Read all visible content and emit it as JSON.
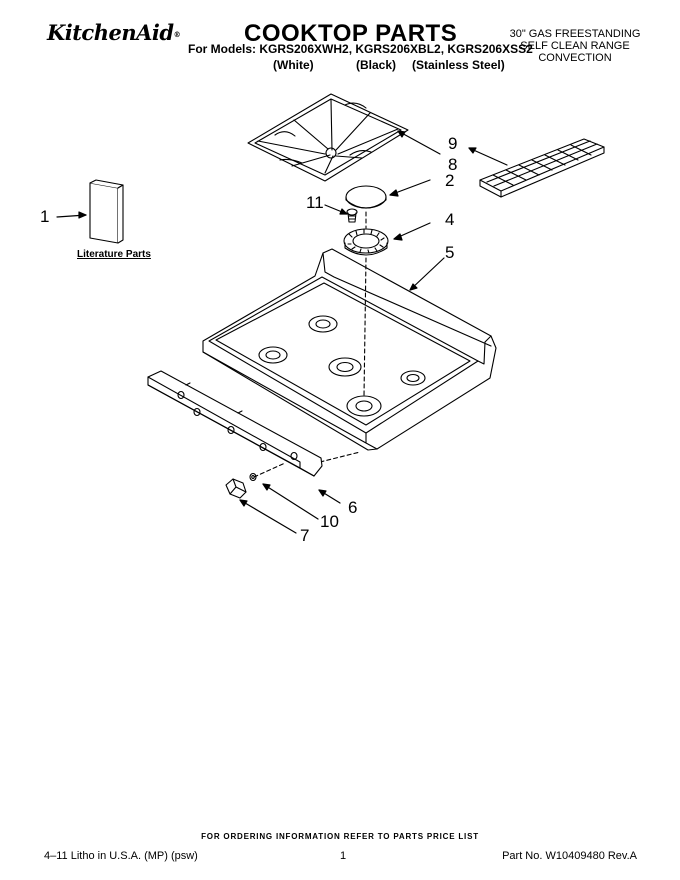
{
  "header": {
    "brand": "KitchenAid",
    "brand_mark": "®",
    "title": "COOKTOP PARTS",
    "models_line": "For Models: KGRS206XWH2, KGRS206XBL2, KGRS206XSS2",
    "variants": [
      "(White)",
      "(Black)",
      "(Stainless Steel)"
    ],
    "spec_lines": [
      "30\" GAS FREESTANDING",
      "SELF CLEAN RANGE",
      "CONVECTION"
    ]
  },
  "diagram": {
    "literature_label": "Literature Parts",
    "callouts": [
      "1",
      "2",
      "4",
      "5",
      "6",
      "7",
      "8",
      "9",
      "10",
      "11"
    ]
  },
  "footer": {
    "ordering_note": "FOR ORDERING INFORMATION REFER TO PARTS PRICE LIST",
    "litho": "4–11 Litho in U.S.A. (MP) (psw)",
    "page": "1",
    "part_no": "Part No. W10409480 Rev.A"
  }
}
